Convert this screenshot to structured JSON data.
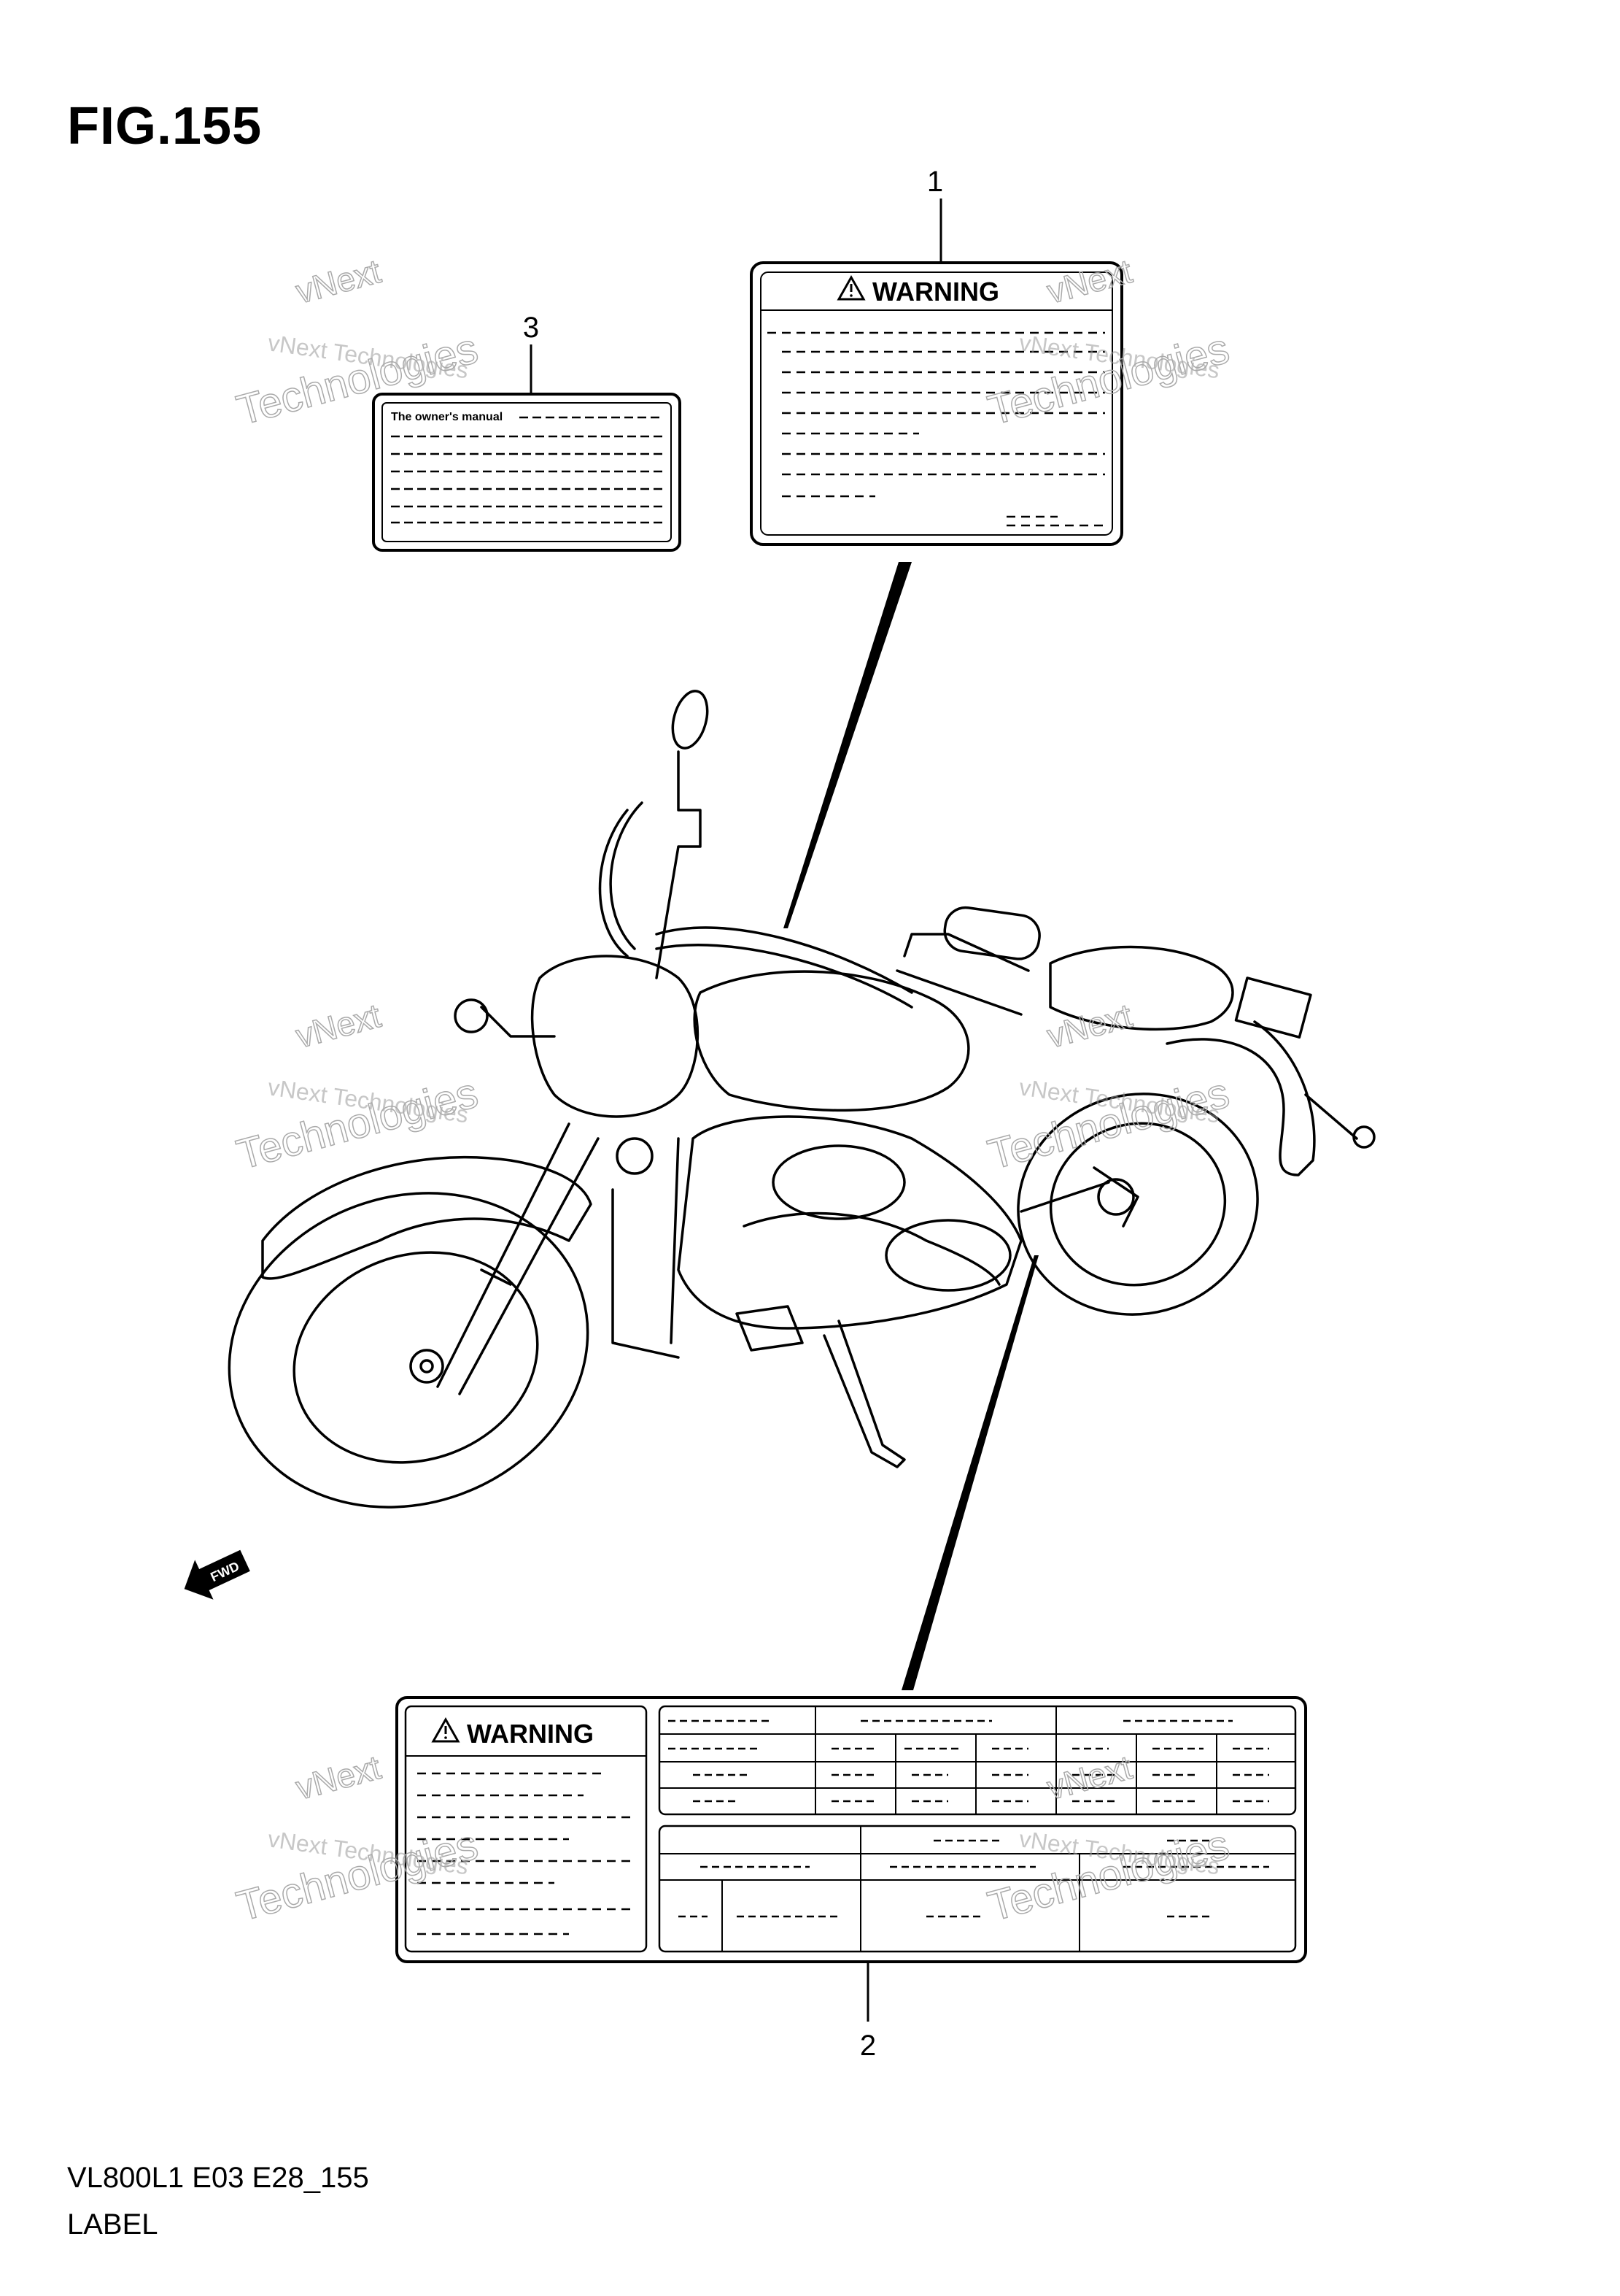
{
  "figure": {
    "title": "FIG.155",
    "code": "VL800L1 E03 E28_155",
    "subtitle": "LABEL"
  },
  "callouts": [
    "1",
    "2",
    "3"
  ],
  "labels": {
    "label1": {
      "heading": "WARNING"
    },
    "label2": {
      "heading": "WARNING"
    },
    "label3": {
      "heading": "The owner's manual"
    }
  },
  "direction_marker": "FWD",
  "watermark": {
    "line1": "vNext Technologies",
    "line2": "vNext",
    "line3": "Technologies"
  }
}
